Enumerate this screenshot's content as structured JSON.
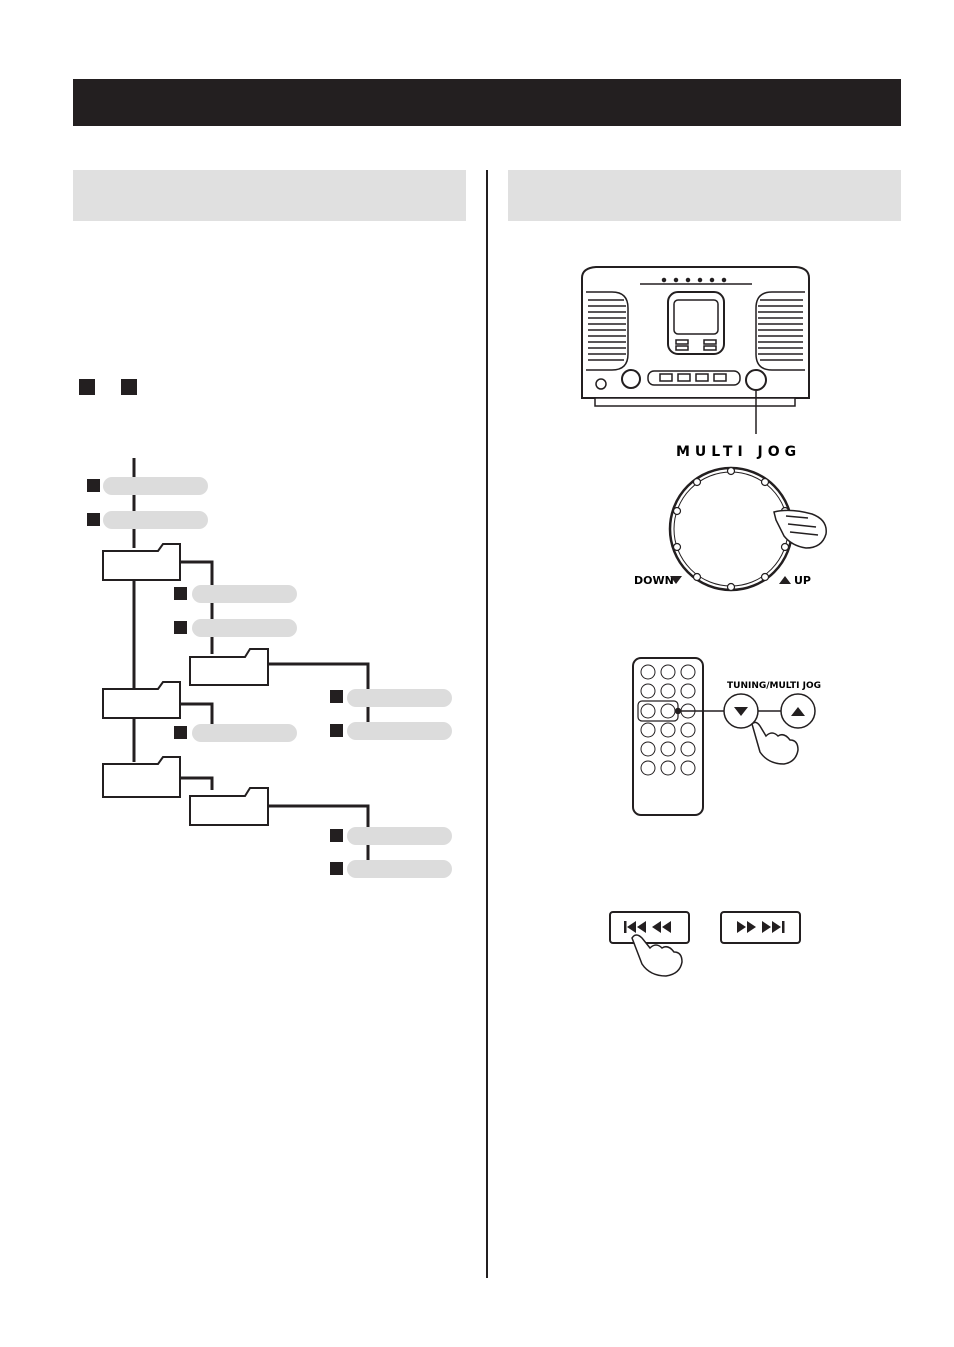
{
  "main_unit": {
    "knob_label": "MULTI JOG",
    "down_label": "DOWN",
    "up_label": "UP"
  },
  "remote": {
    "button_label": "TUNING/MULTI JOG"
  },
  "legend_markers": [
    "marker",
    "marker"
  ],
  "colors": {
    "bar": "#231f20",
    "header_bg": "#e0e0e0",
    "file_pill": "#dcdcdc",
    "line": "#231f20"
  }
}
